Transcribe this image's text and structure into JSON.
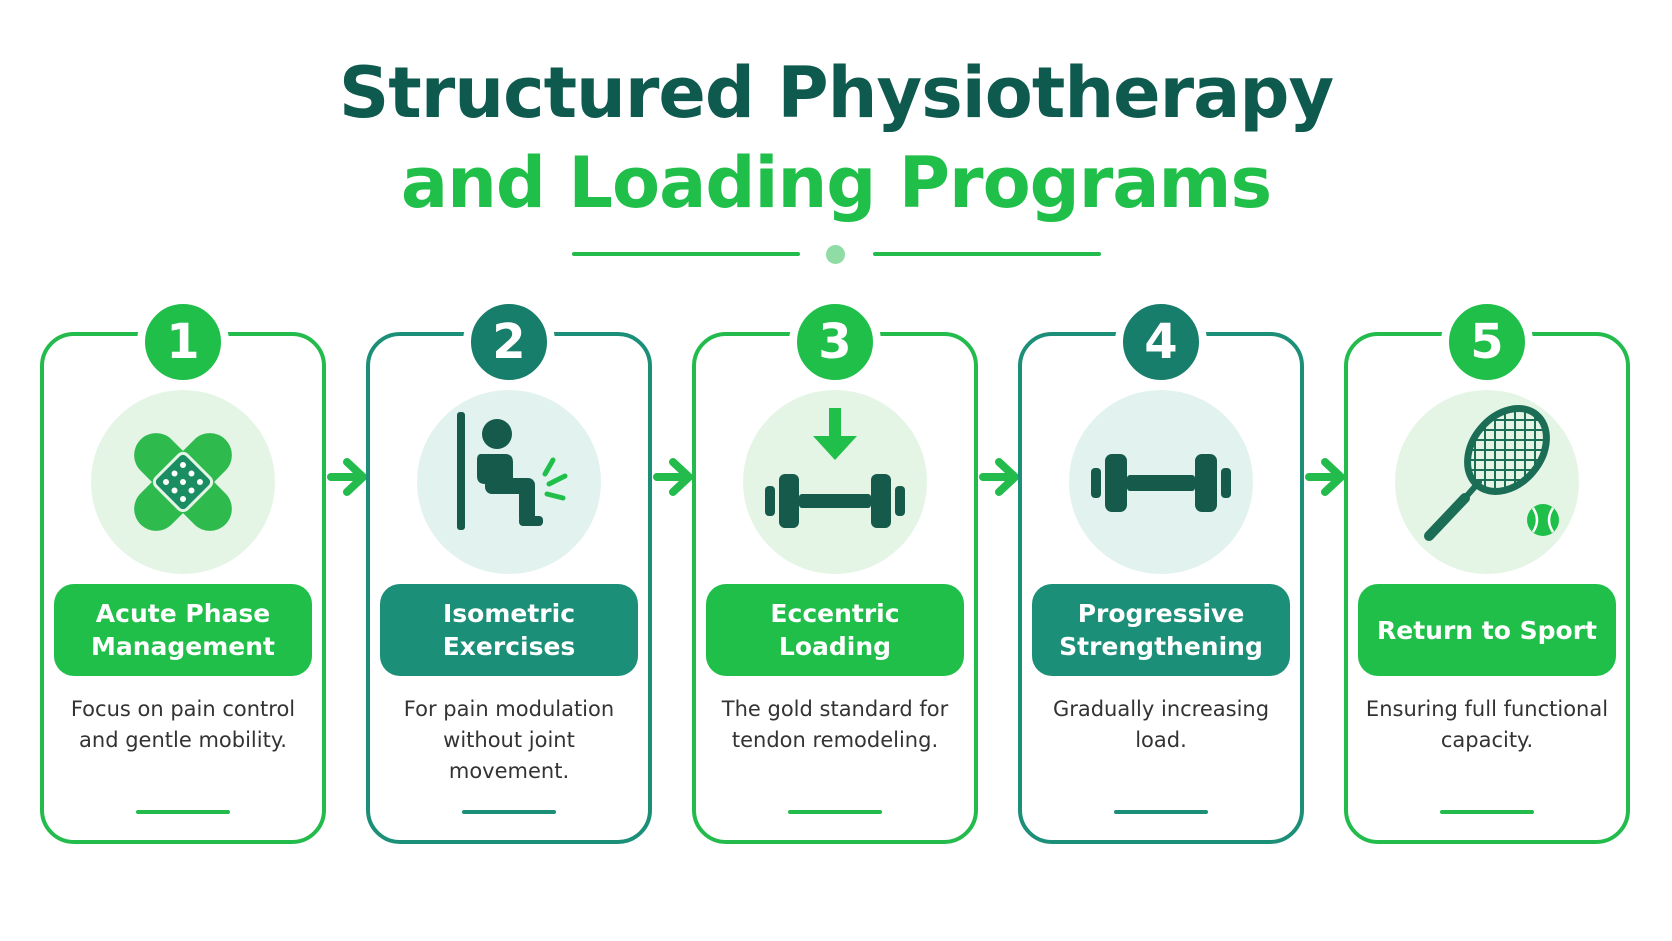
{
  "title": {
    "line1": "Structured Physiotherapy",
    "line2": "and Loading Programs"
  },
  "colors": {
    "green": "#1fbf4a",
    "teal": "#1c8f78",
    "title_dark": "#0f5a4e"
  },
  "steps": [
    {
      "number": "1",
      "title": "Acute Phase Management",
      "description": "Focus on pain control and gentle mobility.",
      "icon": "bandage-icon",
      "theme": "green"
    },
    {
      "number": "2",
      "title": "Isometric Exercises",
      "description": "For pain modulation without joint movement.",
      "icon": "wall-sit-icon",
      "theme": "teal"
    },
    {
      "number": "3",
      "title": "Eccentric Loading",
      "description": "The gold standard for tendon remodeling.",
      "icon": "lowering-dumbbell-icon",
      "theme": "green"
    },
    {
      "number": "4",
      "title": "Progressive Strengthening",
      "description": "Gradually increasing load.",
      "icon": "dumbbell-icon",
      "theme": "teal"
    },
    {
      "number": "5",
      "title": "Return to Sport",
      "description": "Ensuring full functional capacity.",
      "icon": "tennis-racket-icon",
      "theme": "green"
    }
  ]
}
